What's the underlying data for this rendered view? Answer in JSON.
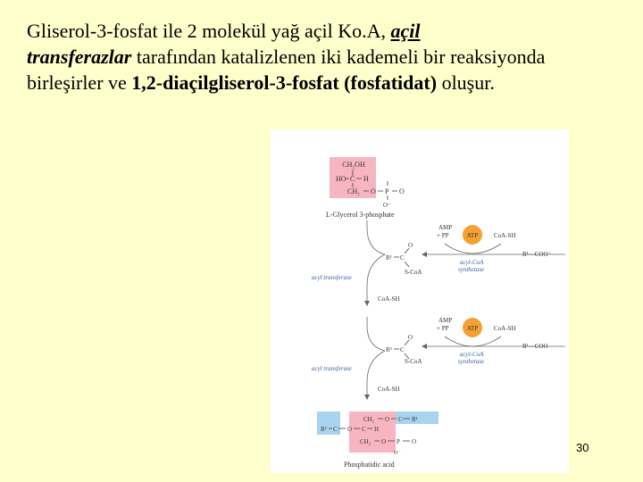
{
  "slide": {
    "text_1": "Gliserol-3-fosfat ile 2 molekül yağ açil Ko.A, ",
    "text_2": "açil",
    "text_3": "transferazlar",
    "text_4": " tarafından katalizlenen  iki kademeli bir reaksiyonda birleşirler ve ",
    "text_5": "1,2-diaçilgliserol-3-fosfat (fosfatidat)",
    "text_6": " oluşur.",
    "page_number": "30"
  },
  "figure": {
    "glycerol": {
      "r1": "CH₂OH",
      "r2_left": "HO",
      "r2_mid": "C",
      "r2_right": "H",
      "r3": "CH₂",
      "o": "O",
      "p": "P",
      "o2": "O",
      "o_minus": "O⁻",
      "name": "L-Glycerol 3-phosphate"
    },
    "step1": {
      "amp": "AMP",
      "pp": "+ PP",
      "atp": "ATP",
      "coash": "CoA-SH",
      "r_acyl": "R¹",
      "o_acyl": "O",
      "c_acyl": "C",
      "scoa": "S-CoA",
      "fatty_acid": "R¹—COO⁻",
      "synthetase_1": "acyl-CoA",
      "synthetase_2": "synthetase",
      "transferase": "acyl transferase",
      "coash_out": "CoA-SH"
    },
    "step2": {
      "amp": "AMP",
      "pp": "+ PP",
      "atp": "ATP",
      "coash": "CoA-SH",
      "r_acyl": "R²",
      "o_acyl": "O",
      "c_acyl": "C",
      "scoa": "S-CoA",
      "fatty_acid": "R¹—COO",
      "synthetase_1": "acyl-CoA",
      "synthetase_2": "synthetase",
      "transferase": "acyl transferase",
      "coash_out": "CoA-SH"
    },
    "product": {
      "r1": "CH₂",
      "o1": "O",
      "c1": "C",
      "r1_group": "R¹",
      "r2_group": "R²",
      "c2": "C",
      "o2": "O",
      "h": "H",
      "r3": "CH₂",
      "o3": "O",
      "p": "P",
      "o4": "O",
      "o_minus": "O⁻",
      "name": "Phosphatidic acid"
    }
  },
  "colors": {
    "background": "#ffffcc",
    "pink_box": "#f6b5c0",
    "blue_box": "#a8d4ef",
    "atp_circle": "#f5a033",
    "text_blue": "#3a5f9a"
  }
}
